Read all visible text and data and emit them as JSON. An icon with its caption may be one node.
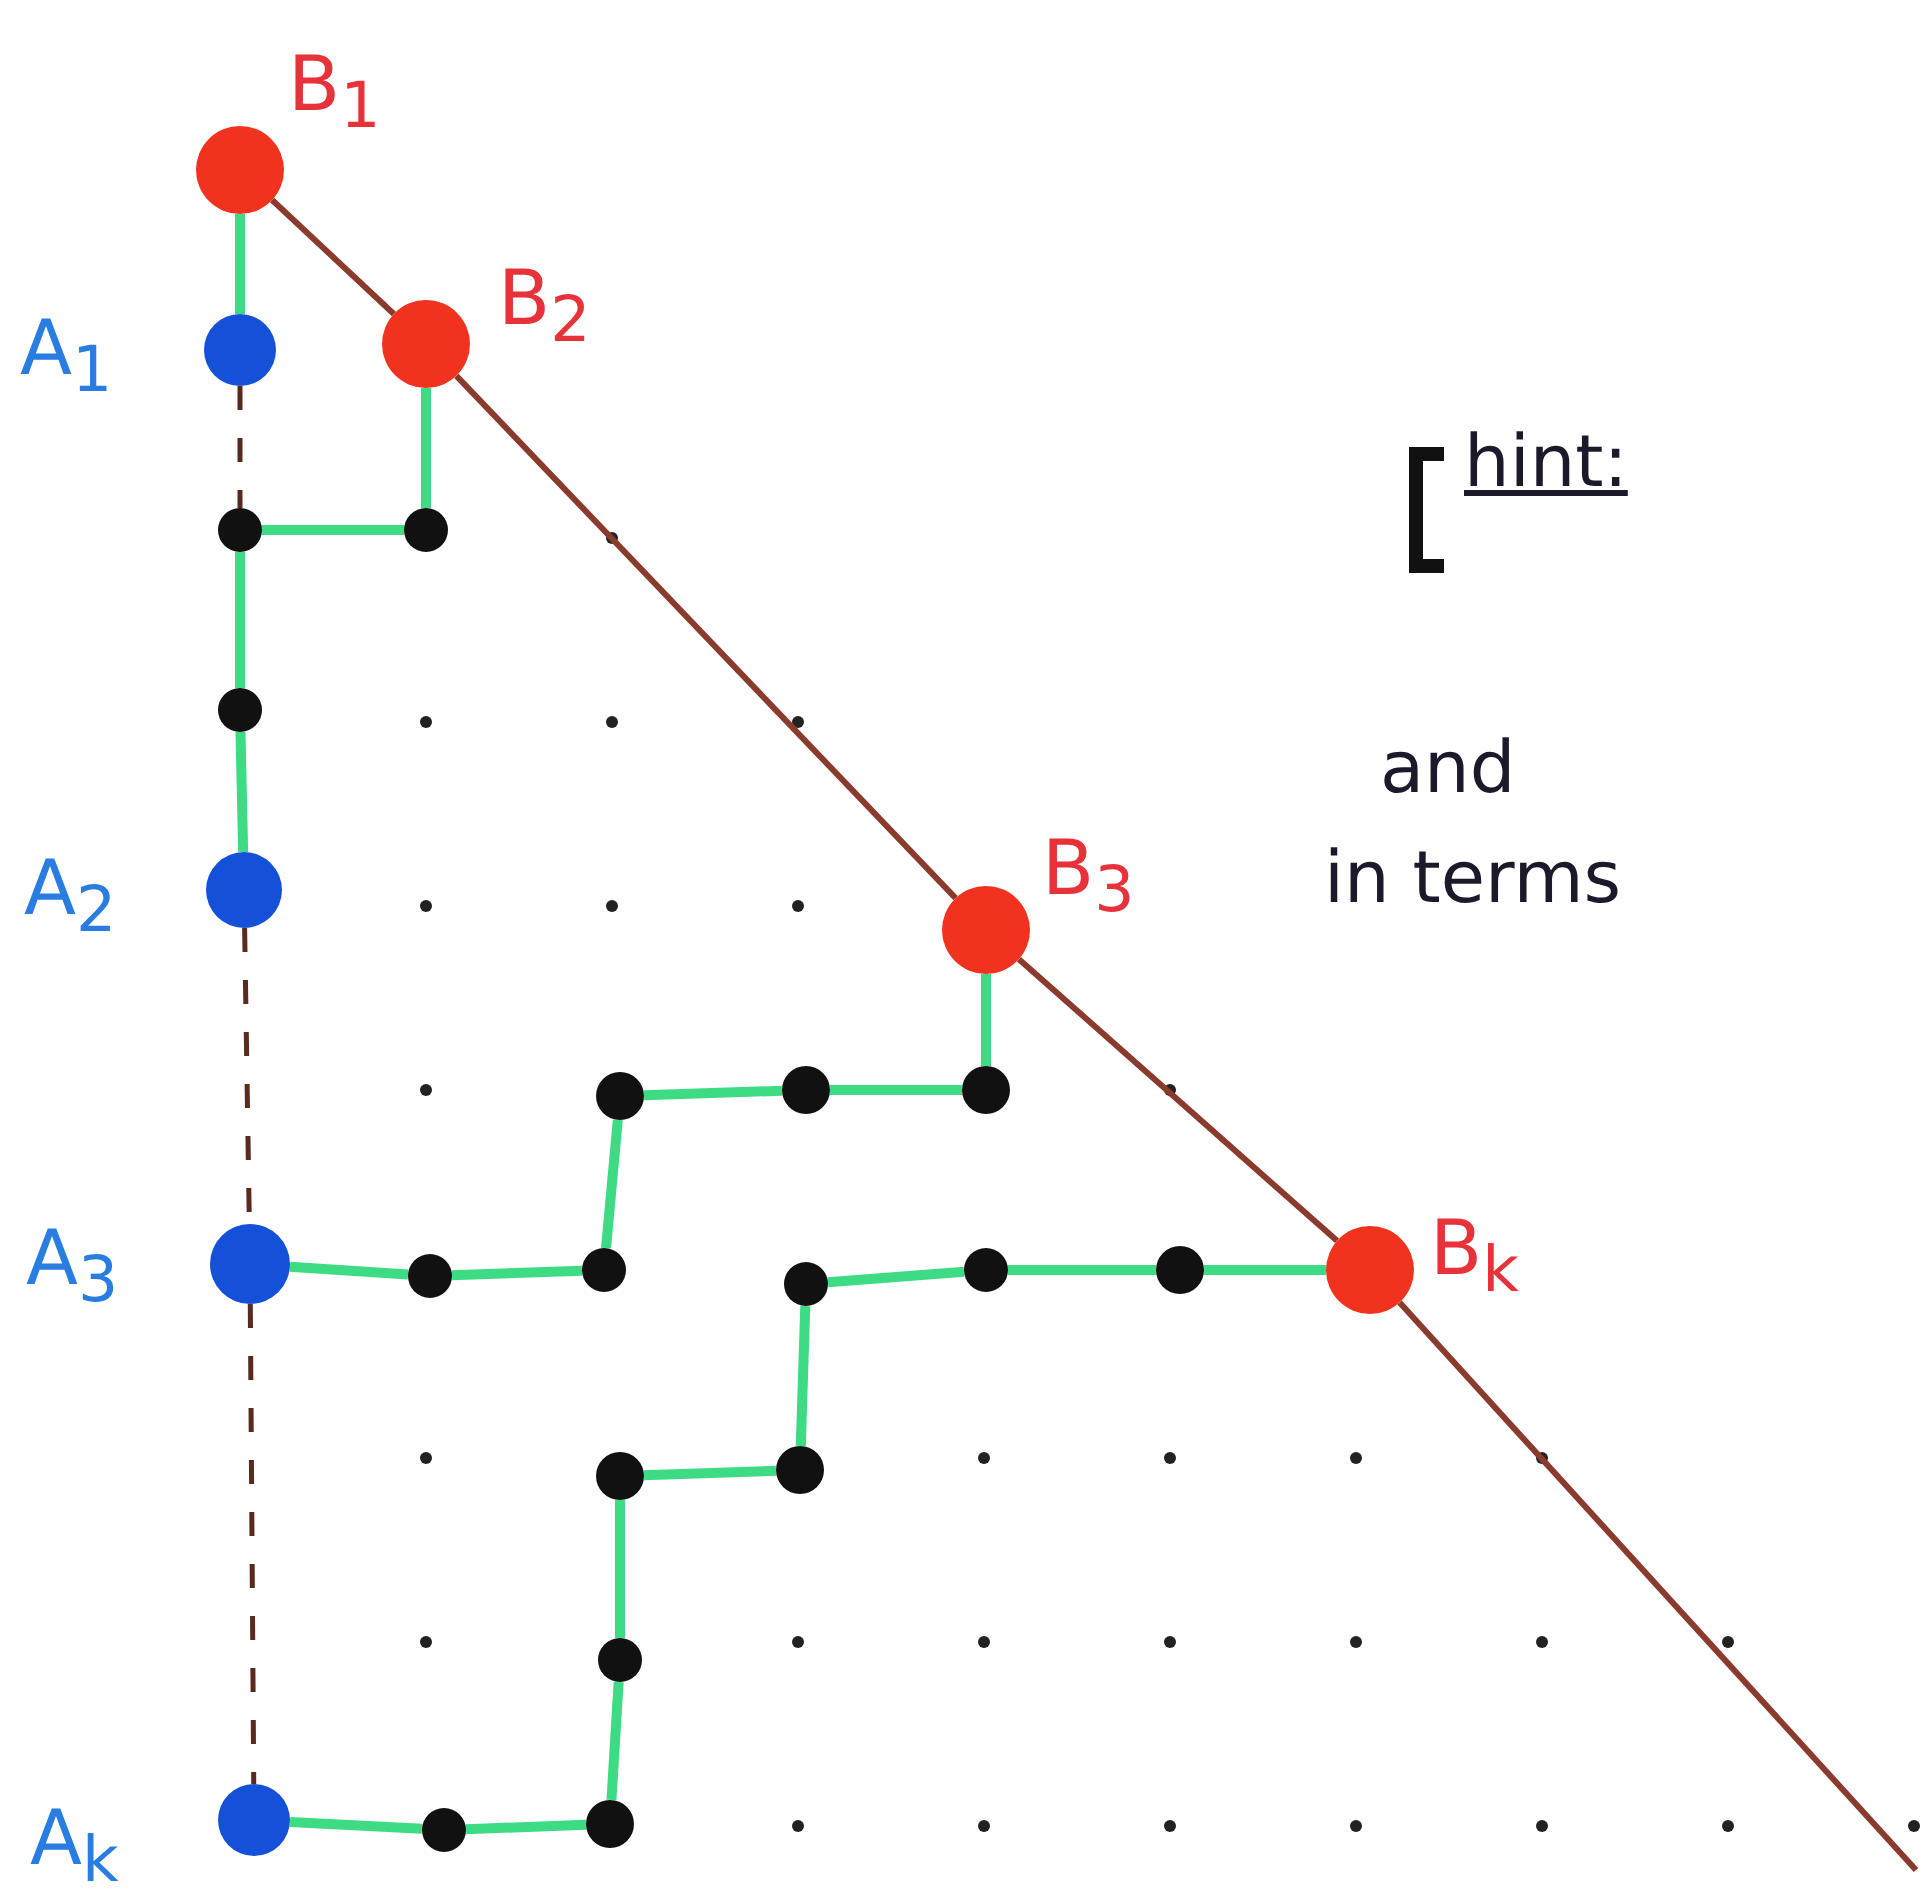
{
  "diagram": {
    "nodes": [
      {
        "text": [
          "B$_{1}$"
        ]
      },
      {
        "text": [
          "A$_{1}$"
        ]
      },
      {
        "text": [
          "B$_{2}$"
        ]
      },
      {
        "text": [],
        "shape": "circle"
      },
      {
        "text": [],
        "shape": "circle"
      },
      {
        "text": [],
        "shape": "circle"
      },
      {
        "text": [
          "A$_{2}$"
        ]
      },
      {
        "text": [
          "B$_{3}$"
        ]
      },
      {
        "text": [],
        "shape": "circle"
      },
      {
        "text": [],
        "shape": "circle"
      },
      {
        "text": [],
        "shape": "circle"
      },
      {
        "text": [
          "A$_{3}$"
        ]
      },
      {
        "text": [],
        "shape": "circle"
      },
      {
        "text": [],
        "shape": "circle"
      },
      {
        "text": [],
        "shape": "circle"
      },
      {
        "text": [],
        "shape": "circle"
      },
      {
        "text": [],
        "shape": "circle"
      },
      {
        "text": [
          "B$_{k}$"
        ]
      },
      {
        "text": [],
        "shape": "circle"
      },
      {
        "text": [],
        "shape": "circle"
      },
      {
        "text": [],
        "shape": "circle"
      },
      {
        "text": [
          "A$_{k}$"
        ]
      },
      {
        "text": [],
        "shape": "circle"
      },
      {
        "text": [],
        "shape": "circle"
      }
    ],
    "edges": [
      {
        "from": 0,
        "to": 1,
        "arrow": "none"
      },
      {
        "from": 1,
        "to": 3,
        "arrow": "none",
        "style": "dashed",
        "color": "#5a2a1e"
      },
      {
        "from": 2,
        "to": 4,
        "arrow": "none"
      },
      {
        "from": 3,
        "to": 4,
        "arrow": "none"
      },
      {
        "from": 3,
        "to": 5,
        "arrow": "none"
      },
      {
        "from": 5,
        "to": 6,
        "arrow": "none"
      },
      {
        "from": 6,
        "to": 11,
        "arrow": "none",
        "style": "dashed",
        "color": "#5a2a1e"
      },
      {
        "from": 11,
        "to": 21,
        "arrow": "none",
        "style": "dashed",
        "color": "#5a2a1e"
      },
      {
        "from": 7,
        "to": 10,
        "arrow": "none"
      },
      {
        "from": 10,
        "to": 9,
        "arrow": "none"
      },
      {
        "from": 9,
        "to": 8,
        "arrow": "none"
      },
      {
        "from": 8,
        "to": 13,
        "arrow": "none"
      },
      {
        "from": 13,
        "to": 12,
        "arrow": "none"
      },
      {
        "from": 12,
        "to": 11,
        "arrow": "none"
      },
      {
        "from": 14,
        "to": 15,
        "arrow": "none"
      },
      {
        "from": 15,
        "to": 16,
        "arrow": "none"
      },
      {
        "from": 16,
        "to": 17,
        "arrow": "none"
      },
      {
        "from": 14,
        "to": 19,
        "arrow": "none"
      },
      {
        "from": 19,
        "to": 18,
        "arrow": "none"
      },
      {
        "from": 18,
        "to": 20,
        "arrow": "none"
      },
      {
        "from": 20,
        "to": 23,
        "arrow": "none"
      },
      {
        "from": 23,
        "to": 22,
        "arrow": "none"
      },
      {
        "from": 22,
        "to": 21,
        "arrow": "none"
      },
      {
        "from": 0,
        "to": 2,
        "arrow": "none",
        "color": "#8b3a2e"
      },
      {
        "from": 2,
        "to": 7,
        "arrow": "none",
        "color": "#8b3a2e"
      },
      {
        "from": 7,
        "to": 17,
        "arrow": "none",
        "color": "#8b3a2e"
      },
      {
        "from": 17,
        "to": null,
        "arrow": "none",
        "color": "#8b3a2e"
      }
    ],
    "labels": [
      "hint:",
      "and",
      "in terms"
    ]
  }
}
